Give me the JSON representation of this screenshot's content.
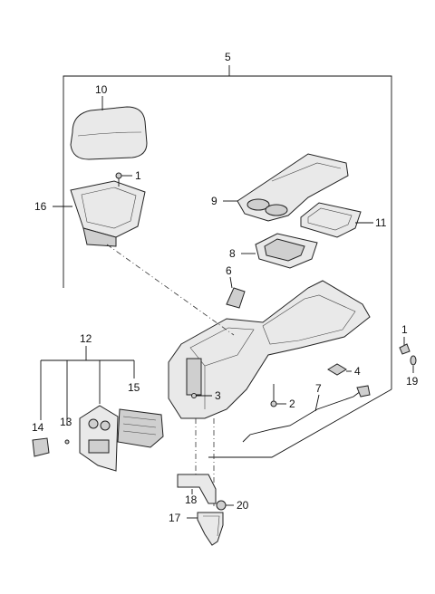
{
  "callouts": [
    {
      "id": "5",
      "text": "5"
    },
    {
      "id": "10",
      "text": "10"
    },
    {
      "id": "1a",
      "text": "1"
    },
    {
      "id": "16",
      "text": "16"
    },
    {
      "id": "9",
      "text": "9"
    },
    {
      "id": "11",
      "text": "11"
    },
    {
      "id": "8",
      "text": "8"
    },
    {
      "id": "6",
      "text": "6"
    },
    {
      "id": "1b",
      "text": "1"
    },
    {
      "id": "19",
      "text": "19"
    },
    {
      "id": "12",
      "text": "12"
    },
    {
      "id": "3",
      "text": "3"
    },
    {
      "id": "4",
      "text": "4"
    },
    {
      "id": "15",
      "text": "15"
    },
    {
      "id": "7",
      "text": "7"
    },
    {
      "id": "2",
      "text": "2"
    },
    {
      "id": "13",
      "text": "13"
    },
    {
      "id": "14",
      "text": "14"
    },
    {
      "id": "18",
      "text": "18"
    },
    {
      "id": "20",
      "text": "20"
    },
    {
      "id": "17",
      "text": "17"
    }
  ]
}
